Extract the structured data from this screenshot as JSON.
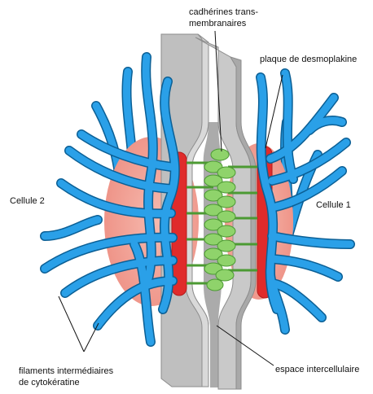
{
  "labels": {
    "cadherines_line1": "cadhérines trans-",
    "cadherines_line2": "membranaires",
    "plaque": "plaque de desmoplakine",
    "cellule2": "Cellule 2",
    "cellule1": "Cellule 1",
    "espace": "espace intercellulaire",
    "filaments_line1": "filaments intermédiaires",
    "filaments_line2": "de cytokératine"
  },
  "colors": {
    "filament": "#1e90d6",
    "filament_outline": "#0b5f95",
    "plaque": "#e02b2b",
    "halo": "#f2a59b",
    "membrane": "#c8c8c8",
    "membrane_dark": "#9a9a9a",
    "cadherin": "#8fd36b",
    "cadherin_outline": "#4c9a33"
  }
}
